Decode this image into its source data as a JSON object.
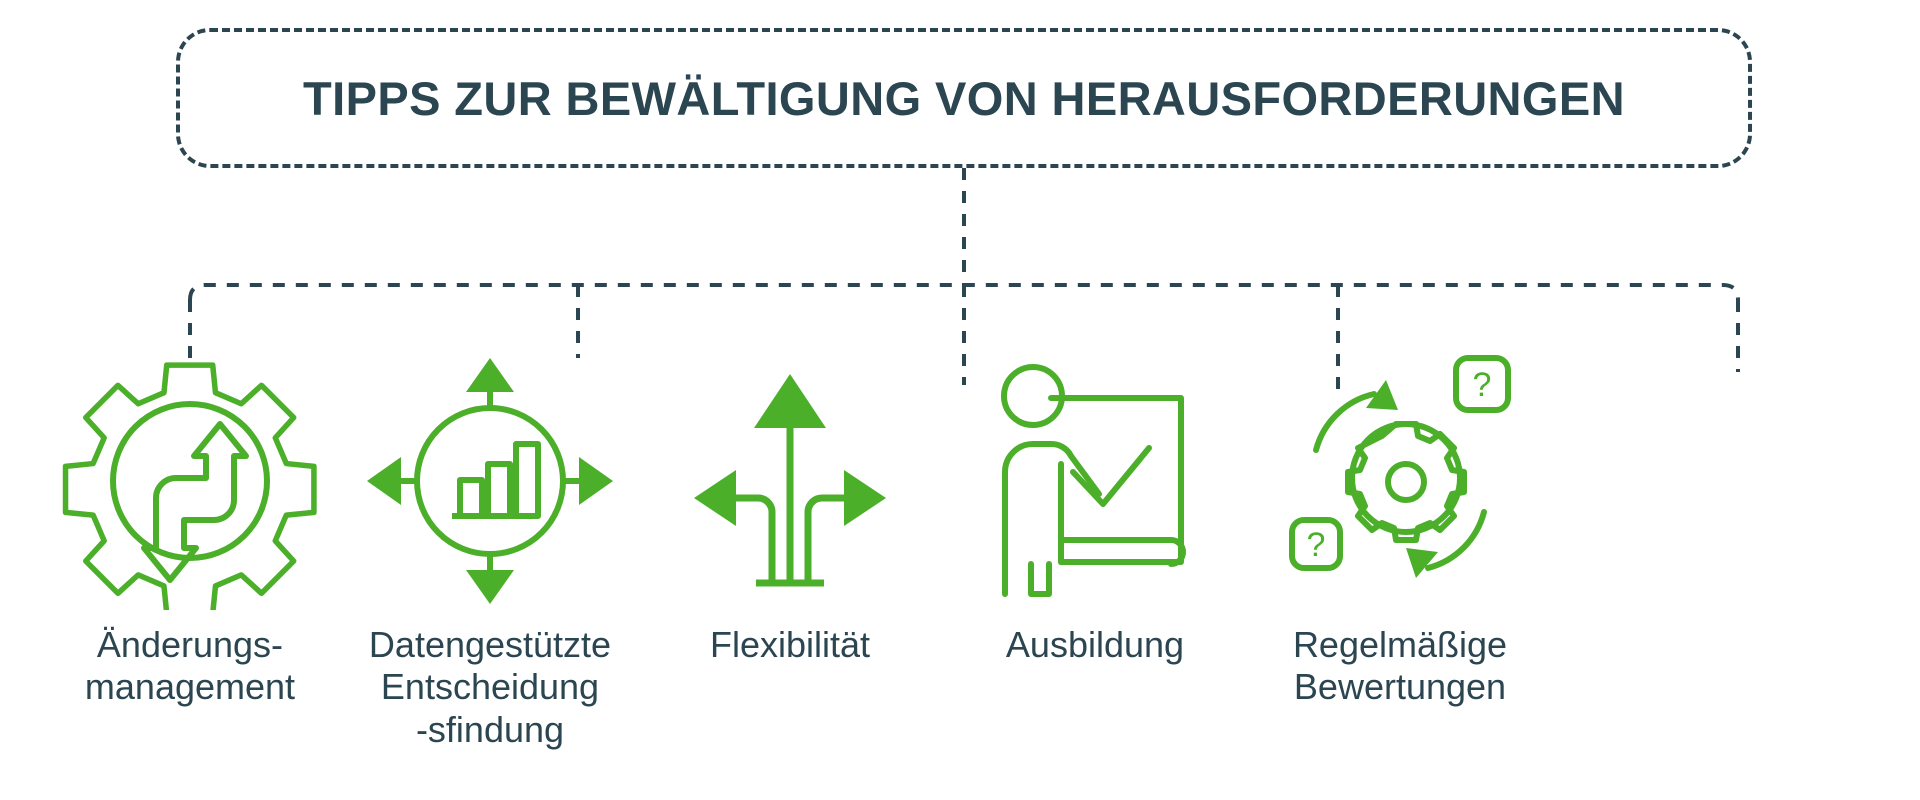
{
  "theme": {
    "accent_green": "#4CAF2A",
    "text_dark": "#2b4551",
    "background": "#ffffff"
  },
  "header": {
    "title": "TIPPS ZUR BEWÄLTIGUNG VON HERAUSFORDERUNGEN",
    "border_style": "dashed",
    "border_color": "#2b4551"
  },
  "diagram": {
    "type": "tree",
    "connector_style": "dashed",
    "connector_color": "#2b4551",
    "branch_count": 5
  },
  "items": [
    {
      "index": 1,
      "icon": "gear-change-arrows-icon",
      "label": "Änderungs-\nmanagement",
      "color": "#4CAF2A"
    },
    {
      "index": 2,
      "icon": "bar-chart-circle-four-arrows-icon",
      "label": "Datengestützte\nEntscheidung\n-sfindung",
      "color": "#4CAF2A"
    },
    {
      "index": 3,
      "icon": "three-way-arrow-flexibility-icon",
      "label": "Flexibilität",
      "color": "#4CAF2A"
    },
    {
      "index": 4,
      "icon": "trainer-whiteboard-checkmark-icon",
      "label": "Ausbildung",
      "color": "#4CAF2A"
    },
    {
      "index": 5,
      "icon": "gear-question-marks-cycle-icon",
      "label": "Regelmäßige\nBewertungen",
      "color": "#4CAF2A"
    }
  ]
}
